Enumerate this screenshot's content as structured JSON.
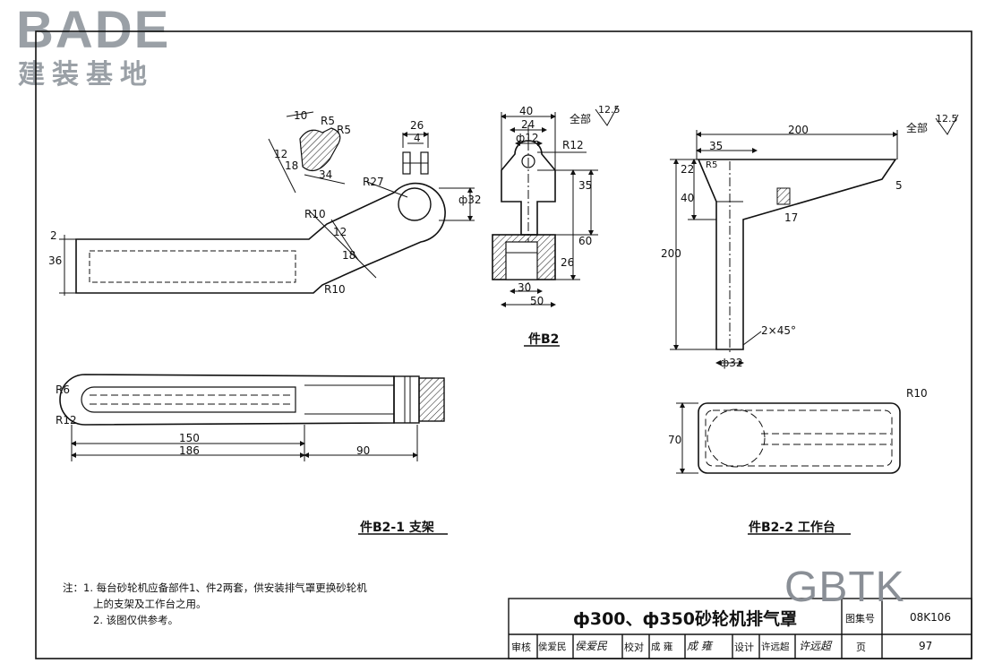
{
  "logo": {
    "brand": "BADE",
    "subtitle": "建装基地"
  },
  "watermark": "GBTK",
  "captions": {
    "b2": "件B2",
    "b2_1": "件B2-1  支架",
    "b2_2": "件B2-2  工作台"
  },
  "dims": {
    "d10": "10",
    "r5a": "R5",
    "r5b": "R5",
    "d12": "12",
    "d18a": "18",
    "d34": "34",
    "d26": "26",
    "d4": "4",
    "r27": "R27",
    "phi32a": "ф32",
    "r10a": "R10",
    "d12b": "12",
    "d18b": "18",
    "r10b": "R10",
    "d2": "2",
    "d36": "36",
    "d40": "40",
    "d24": "24",
    "phi12": "ф12",
    "r12": "R12",
    "d35": "35",
    "d60": "60",
    "d26b": "26",
    "d30": "30",
    "d50": "50",
    "quanbu": "全部",
    "rough": "12.5",
    "d200a": "200",
    "d35b": "35",
    "quanbu2": "全部",
    "rough2": "12.5",
    "d22": "22",
    "d40b": "40",
    "r5c": "R5",
    "d5": "5",
    "d17": "17",
    "d200b": "200",
    "chamfer": "2×45°",
    "phi32b": "ф32",
    "r6": "R6",
    "r12b": "R12",
    "d150": "150",
    "d186": "186",
    "d90": "90",
    "r10c": "R10",
    "d70": "70"
  },
  "notes": {
    "line1": "注：1.  每台砂轮机应备部件1、件2两套，供安装排气罩更换砂轮机",
    "line2": "上的支架及工作台之用。",
    "line3": "2.  该图仅供参考。"
  },
  "titleblock": {
    "title": "ф300、ф350砂轮机排气罩",
    "atlas_label": "图集号",
    "atlas_no": "08K106",
    "review": "审核",
    "reviewer": "侯爱民",
    "reviewer_sig": "侯爱民",
    "check": "校对",
    "checker": "成  雍",
    "checker_sig": "成  雍",
    "design": "设计",
    "designer": "许远超",
    "designer_sig": "许远超",
    "page_label": "页",
    "page_no": "97"
  }
}
